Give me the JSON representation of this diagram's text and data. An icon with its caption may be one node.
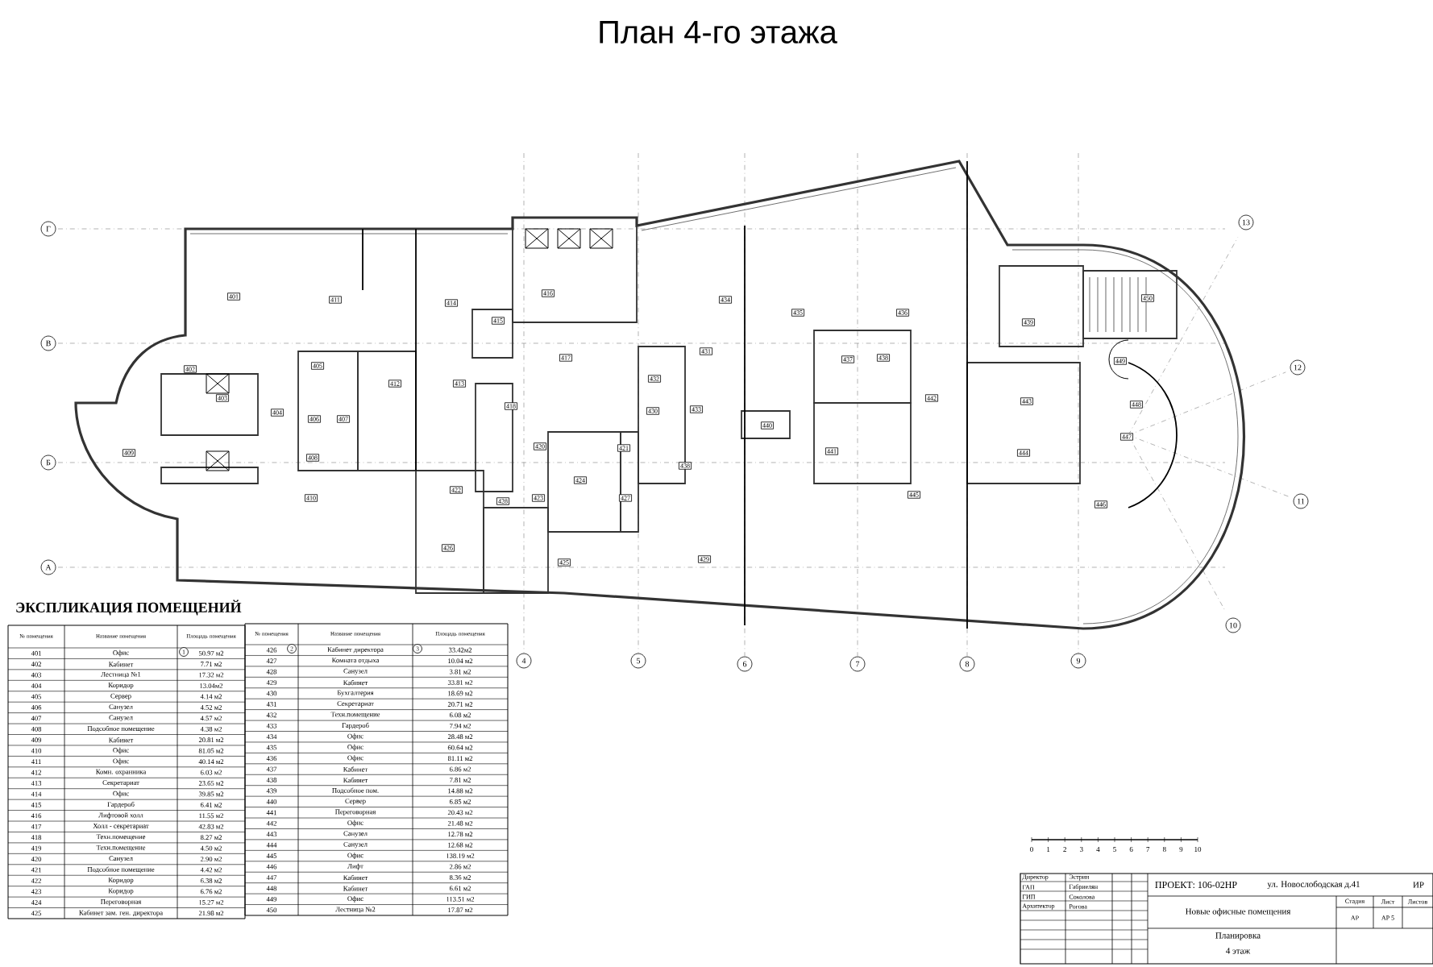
{
  "diagram": {
    "title": "План 4-го этажа",
    "labels": [
      "401",
      "411",
      "414",
      "415",
      "416",
      "434",
      "435",
      "436",
      "439",
      "450",
      "402",
      "405",
      "412",
      "413",
      "417",
      "432",
      "431",
      "437",
      "438",
      "449",
      "403",
      "404",
      "406",
      "407",
      "418",
      "430",
      "433",
      "440",
      "442",
      "443",
      "448",
      "409",
      "408",
      "420",
      "421",
      "438",
      "441",
      "444",
      "447",
      "410",
      "422",
      "428",
      "423",
      "424",
      "427",
      "445",
      "446",
      "426",
      "425",
      "429",
      "Г",
      "В",
      "Б",
      "А",
      "4",
      "5",
      "6",
      "7",
      "8",
      "9",
      "10",
      "11",
      "12",
      "13",
      "ЭКСПЛИКАЦИЯ ПОМЕЩЕНИЙ",
      "№ помещения",
      "Название помещения",
      "Площадь помещения",
      "401",
      "Офис",
      "50.97 м2",
      "402",
      "Кабинет",
      "7.71 м2",
      "403",
      "Лестница №1",
      "17.32 м2",
      "404",
      "Коридор",
      "13.04м2",
      "405",
      "Сервер",
      "4.14 м2",
      "406",
      "Санузел",
      "4.52 м2",
      "407",
      "Санузел",
      "4.57 м2",
      "408",
      "Подсобное помещение",
      "4.38 м2",
      "409",
      "Кабинет",
      "20.81 м2",
      "410",
      "Офис",
      "81.05 м2",
      "411",
      "Офис",
      "40.14 м2",
      "412",
      "Комн. охранника",
      "6.03 м2",
      "413",
      "Секретариат",
      "23.65 м2",
      "414",
      "Офис",
      "39.85 м2",
      "415",
      "Гардероб",
      "6.41 м2",
      "416",
      "Лифтовой холл",
      "11.55 м2",
      "417",
      "Холл - секретариат",
      "42.83 м2",
      "418",
      "Техн.помещение",
      "8.27 м2",
      "419",
      "Техн.помещение",
      "4.50 м2",
      "420",
      "Санузел",
      "2.90 м2",
      "421",
      "Подсобное помещение",
      "4.42 м2",
      "422",
      "Коридор",
      "6.38 м2",
      "423",
      "Коридор",
      "6.76 м2",
      "424",
      "Переговорная",
      "15.27 м2",
      "425",
      "Кабинет зам. ген. директора",
      "21.98 м2",
      "№ помещения",
      "Название помещения",
      "Площадь помещения",
      "426",
      "Кабинет директора",
      "33.42м2",
      "427",
      "Комната отдыха",
      "10.04 м2",
      "428",
      "Санузел",
      "3.81 м2",
      "429",
      "Кабинет",
      "33.81 м2",
      "430",
      "Бухгалтерия",
      "18.69 м2",
      "431",
      "Секретариат",
      "20.71 м2",
      "432",
      "Техн.помещение",
      "6.08 м2",
      "433",
      "Гардероб",
      "7.94 м2",
      "434",
      "Офис",
      "28.48 м2",
      "435",
      "Офис",
      "60.64 м2",
      "436",
      "Офис",
      "81.11 м2",
      "437",
      "Кабинет",
      "6.86 м2",
      "438",
      "Кабинет",
      "7.81 м2",
      "439",
      "Подсобное пом.",
      "14.88 м2",
      "440",
      "Сервер",
      "6.85 м2",
      "441",
      "Переговорная",
      "20.43 м2",
      "442",
      "Офис",
      "21.48 м2",
      "443",
      "Санузел",
      "12.78 м2",
      "444",
      "Санузел",
      "12.68 м2",
      "445",
      "Офис",
      "138.19 м2",
      "446",
      "Лифт",
      "2.86 м2",
      "447",
      "Кабинет",
      "8.36 м2",
      "448",
      "Кабинет",
      "6.61 м2",
      "449",
      "Офис",
      "113.51 м2",
      "450",
      "Лестница №2",
      "17.87 м2",
      "1",
      "2",
      "3",
      "0",
      "1",
      "2",
      "3",
      "4",
      "5",
      "6",
      "7",
      "8",
      "9",
      "10",
      "Директор",
      "Эстрин",
      "ГАП",
      "Габриелян",
      "ГИП",
      "Соколова",
      "Архитектор",
      "Рогова",
      "ПРОЕКТ: 106-02НР",
      "ул. Новослободская д.41",
      "ИР",
      "Новые офисные помещения",
      "Стадия",
      "Лист",
      "Листов",
      "АР",
      "АР 5",
      "Планировка",
      "4 этаж"
    ]
  }
}
